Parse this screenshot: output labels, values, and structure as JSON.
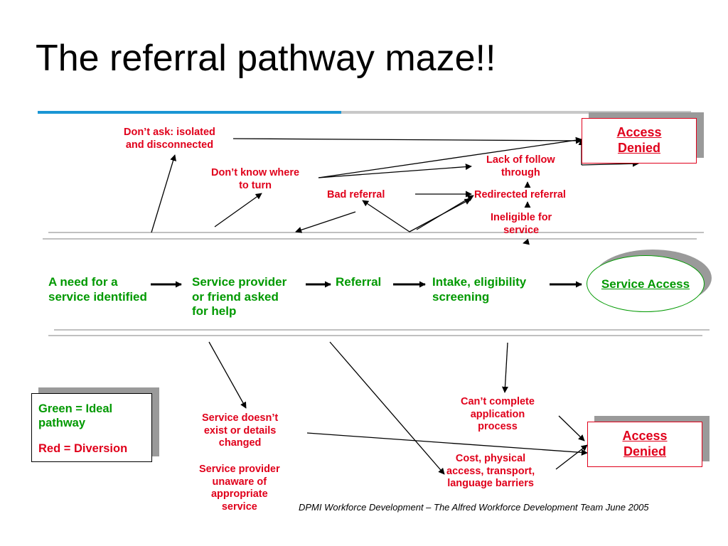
{
  "title": "The referral pathway maze!!",
  "ideal_path": {
    "need": [
      "A need for a",
      "service identified"
    ],
    "provider": [
      "Service provider",
      "or friend asked",
      "for help"
    ],
    "referral": "Referral",
    "intake": [
      "Intake, eligibility",
      "screening"
    ],
    "service_access": "Service Access"
  },
  "diversions_top": {
    "dont_ask": [
      "Don’t ask: isolated",
      "and disconnected"
    ],
    "dont_know": [
      "Don’t know where",
      "to turn"
    ],
    "bad_referral": "Bad referral",
    "lack_follow": [
      "Lack of follow",
      "through"
    ],
    "redirected": "Redirected referral",
    "ineligible": [
      "Ineligible for",
      "service"
    ],
    "access_denied": [
      "Access ",
      "Denied"
    ]
  },
  "diversions_bottom": {
    "service_doesnt_exist": [
      "Service doesn’t",
      "exist or details",
      "changed"
    ],
    "provider_unaware": [
      "Service provider",
      "unaware of",
      "appropriate",
      "service"
    ],
    "cant_complete": [
      "Can’t complete",
      "application",
      "process"
    ],
    "cost": [
      "Cost, physical",
      "access, transport,",
      "language barriers"
    ],
    "access_denied": [
      "Access ",
      "Denied"
    ]
  },
  "legend": {
    "green": [
      "Green = Ideal",
      "pathway"
    ],
    "red": "Red = Diversion"
  },
  "footer": "DPMI Workforce Development – The Alfred Workforce Development Team June 2005",
  "colors": {
    "green": "#009900",
    "red": "#e0001b",
    "accent": "#1a96d4"
  }
}
